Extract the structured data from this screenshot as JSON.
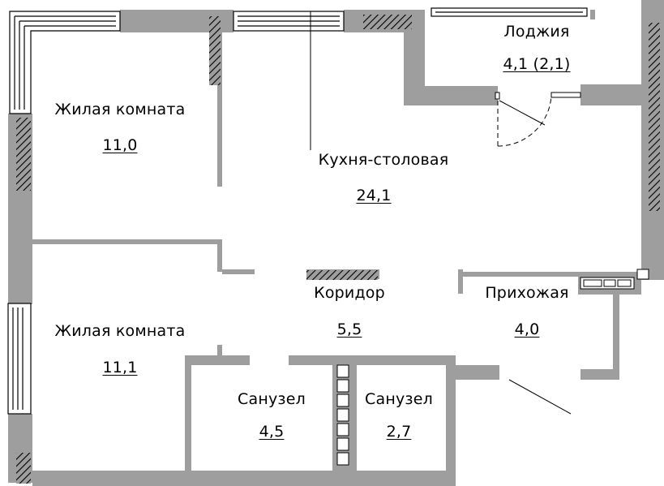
{
  "plan": {
    "wall_color": "#9e9e9e",
    "line_color": "#000000",
    "rooms": [
      {
        "id": "living-1",
        "name": "Жилая комната",
        "area": "11,0"
      },
      {
        "id": "kitchen",
        "name": "Кухня-столовая",
        "area": "24,1"
      },
      {
        "id": "loggia",
        "name": "Лоджия",
        "area": "4,1 (2,1)"
      },
      {
        "id": "corridor",
        "name": "Коридор",
        "area": "5,5"
      },
      {
        "id": "hall",
        "name": "Прихожая",
        "area": "4,0"
      },
      {
        "id": "living-2",
        "name": "Жилая комната",
        "area": "11,1"
      },
      {
        "id": "bath-1",
        "name": "Санузел",
        "area": "4,5"
      },
      {
        "id": "bath-2",
        "name": "Санузел",
        "area": "2,7"
      }
    ]
  }
}
